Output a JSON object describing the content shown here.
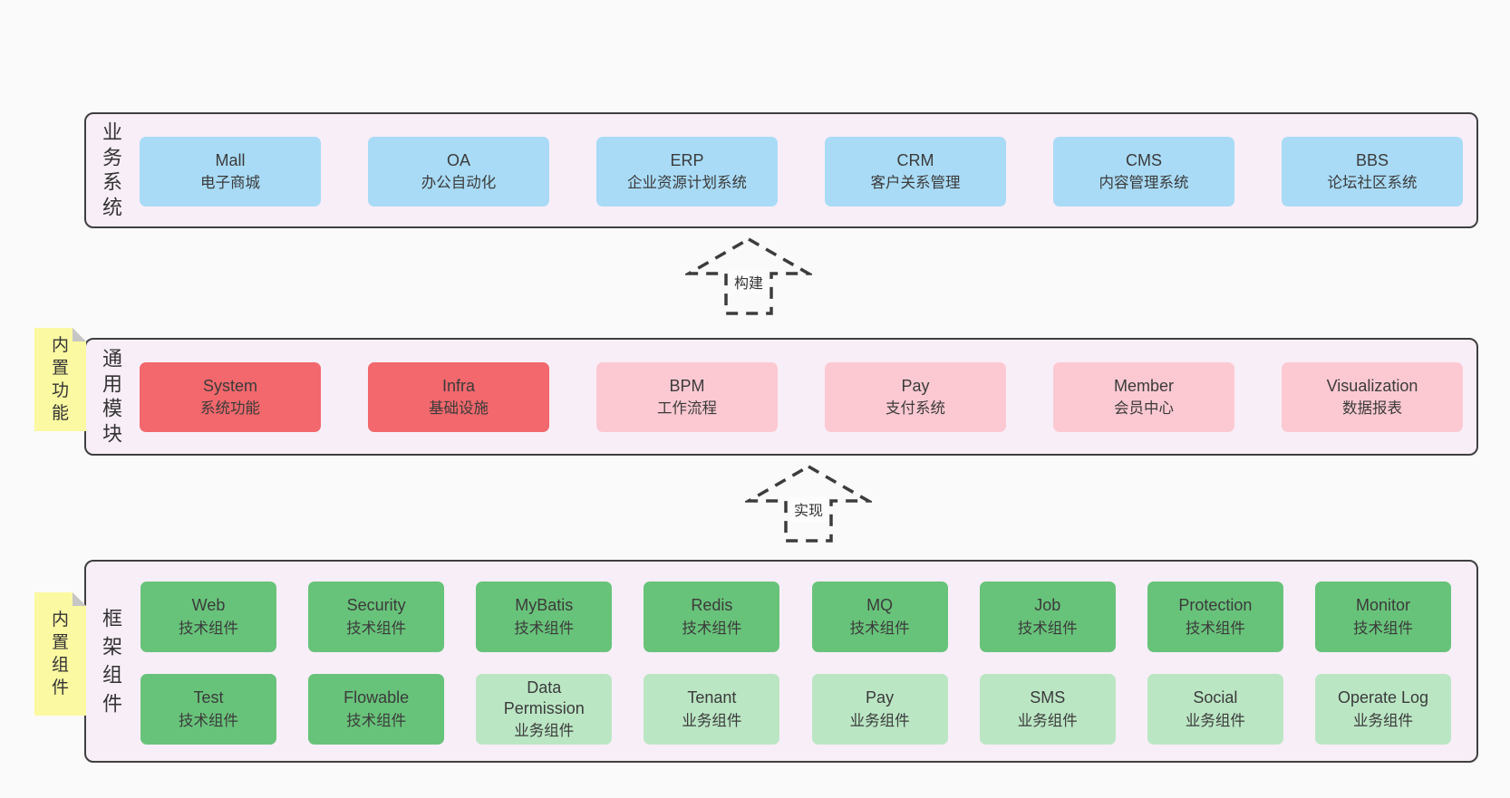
{
  "colors": {
    "page_bg": "#fafafa",
    "panel_bg": "#f8eef7",
    "panel_border": "#3f3f3f",
    "blue_box": "#a9dbf6",
    "red_box": "#f2686c",
    "pink_box": "#fcc9d2",
    "green_box": "#68c37a",
    "light_green_box": "#bbe6c4",
    "sticky_note": "#fbf9a2",
    "text": "#3b3b3b"
  },
  "arrows": {
    "build": {
      "label": "构建"
    },
    "implement": {
      "label": "实现"
    }
  },
  "sections": {
    "business": {
      "label": "业务系统",
      "boxes": [
        {
          "name": "Mall",
          "desc": "电子商城"
        },
        {
          "name": "OA",
          "desc": "办公自动化"
        },
        {
          "name": "ERP",
          "desc": "企业资源计划系统"
        },
        {
          "name": "CRM",
          "desc": "客户关系管理"
        },
        {
          "name": "CMS",
          "desc": "内容管理系统"
        },
        {
          "name": "BBS",
          "desc": "论坛社区系统"
        }
      ]
    },
    "modules": {
      "label": "通用模块",
      "sticky": "内置功能",
      "boxes": [
        {
          "name": "System",
          "desc": "系统功能"
        },
        {
          "name": "Infra",
          "desc": "基础设施"
        },
        {
          "name": "BPM",
          "desc": "工作流程"
        },
        {
          "name": "Pay",
          "desc": "支付系统"
        },
        {
          "name": "Member",
          "desc": "会员中心"
        },
        {
          "name": "Visualization",
          "desc": "数据报表"
        }
      ]
    },
    "framework": {
      "label": "框架组件",
      "sticky": "内置组件",
      "row1": [
        {
          "name": "Web",
          "desc": "技术组件"
        },
        {
          "name": "Security",
          "desc": "技术组件"
        },
        {
          "name": "MyBatis",
          "desc": "技术组件"
        },
        {
          "name": "Redis",
          "desc": "技术组件"
        },
        {
          "name": "MQ",
          "desc": "技术组件"
        },
        {
          "name": "Job",
          "desc": "技术组件"
        },
        {
          "name": "Protection",
          "desc": "技术组件"
        },
        {
          "name": "Monitor",
          "desc": "技术组件"
        }
      ],
      "row2": [
        {
          "name": "Test",
          "desc": "技术组件"
        },
        {
          "name": "Flowable",
          "desc": "技术组件"
        },
        {
          "name": "Data Permission",
          "desc": "业务组件"
        },
        {
          "name": "Tenant",
          "desc": "业务组件"
        },
        {
          "name": "Pay",
          "desc": "业务组件"
        },
        {
          "name": "SMS",
          "desc": "业务组件"
        },
        {
          "name": "Social",
          "desc": "业务组件"
        },
        {
          "name": "Operate Log",
          "desc": "业务组件"
        }
      ]
    }
  }
}
